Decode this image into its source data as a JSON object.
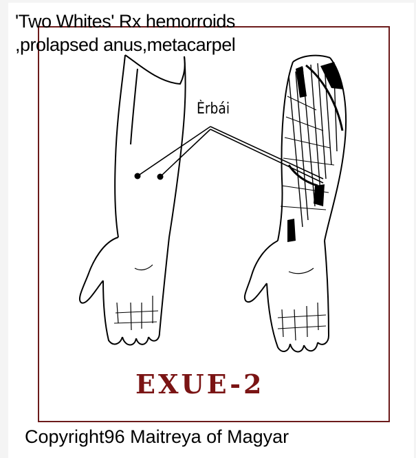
{
  "title": {
    "line1": "'Two Whites' Rx hemorroids",
    "line2": ",prolapsed anus,metacarpel"
  },
  "point_label": "Èrbái",
  "code": "EXUE-2",
  "copyright": "Copyright96 Maitreya of Magyar",
  "colors": {
    "frame": "#6b1a1a",
    "code": "#7a1414",
    "ink": "#000000",
    "background": "#ffffff"
  }
}
